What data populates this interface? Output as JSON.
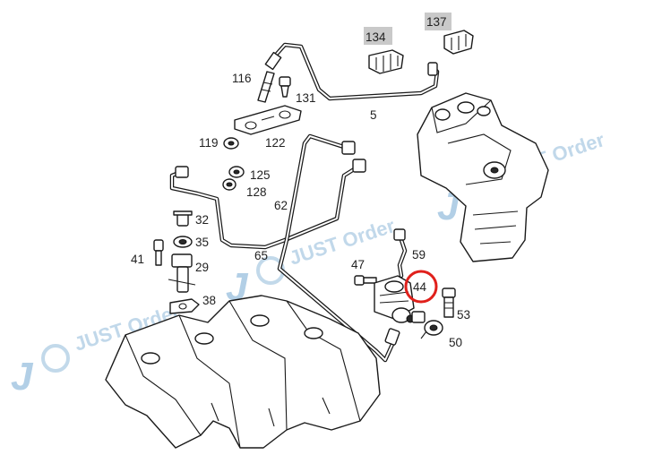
{
  "callouts": {
    "c134": "134",
    "c137": "137",
    "c116": "116",
    "c131": "131",
    "c5": "5",
    "c119": "119",
    "c122": "122",
    "c125": "125",
    "c128": "128",
    "c62": "62",
    "c32": "32",
    "c35": "35",
    "c41": "41",
    "c29": "29",
    "c38": "38",
    "c65": "65",
    "c59": "59",
    "c47": "47",
    "c44": "44",
    "c53": "53",
    "c50": "50"
  },
  "highlight": {
    "part": "44",
    "ring_color": "#e0201b"
  },
  "watermark": {
    "text": "JUST Order",
    "letter": "J",
    "color": "#8fb9d9"
  }
}
